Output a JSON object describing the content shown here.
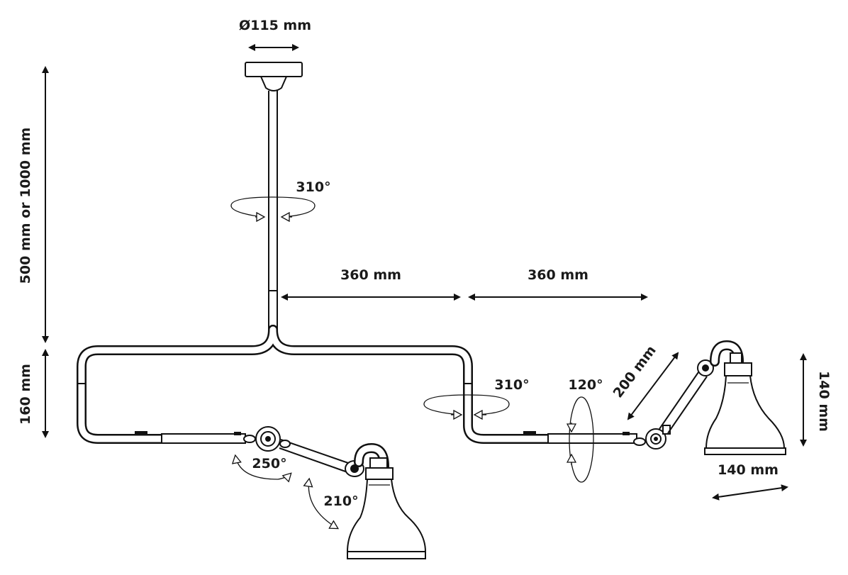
{
  "labels": {
    "canopy_diameter": "Ø115 mm",
    "stem_height": "500 mm or 1000 mm",
    "frame_height": "160 mm",
    "stem_rotation": "310°",
    "left_arm_length": "360 mm",
    "right_arm_length": "360 mm",
    "frame_right_rotation": "310°",
    "right_elbow_rotation": "120°",
    "right_arm_segment": "200 mm",
    "shade_height": "140 mm",
    "shade_width": "140 mm",
    "left_joint_rotation": "250°",
    "left_shade_tilt": "210°"
  },
  "colors": {
    "line": "#111111",
    "background": "#ffffff"
  }
}
